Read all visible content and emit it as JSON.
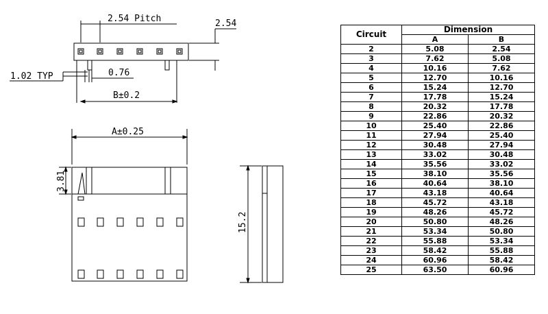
{
  "drawing": {
    "labels": {
      "pitch": "2.54 Pitch",
      "pitch_end": "2.54",
      "pin_width": "1.02 TYP",
      "pin_thickness": "0.76",
      "dim_b": "B±0.2",
      "dim_a": "A±0.25",
      "latch_height": "3.81",
      "body_height": "15.2"
    }
  },
  "table": {
    "header": {
      "circuit": "Circuit",
      "dimension": "Dimension",
      "col_a": "A",
      "col_b": "B"
    },
    "rows": [
      {
        "circuit": "2",
        "a": "5.08",
        "b": "2.54"
      },
      {
        "circuit": "3",
        "a": "7.62",
        "b": "5.08"
      },
      {
        "circuit": "4",
        "a": "10.16",
        "b": "7.62"
      },
      {
        "circuit": "5",
        "a": "12.70",
        "b": "10.16"
      },
      {
        "circuit": "6",
        "a": "15.24",
        "b": "12.70"
      },
      {
        "circuit": "7",
        "a": "17.78",
        "b": "15.24"
      },
      {
        "circuit": "8",
        "a": "20.32",
        "b": "17.78"
      },
      {
        "circuit": "9",
        "a": "22.86",
        "b": "20.32"
      },
      {
        "circuit": "10",
        "a": "25.40",
        "b": "22.86"
      },
      {
        "circuit": "11",
        "a": "27.94",
        "b": "25.40"
      },
      {
        "circuit": "12",
        "a": "30.48",
        "b": "27.94"
      },
      {
        "circuit": "13",
        "a": "33.02",
        "b": "30.48"
      },
      {
        "circuit": "14",
        "a": "35.56",
        "b": "33.02"
      },
      {
        "circuit": "15",
        "a": "38.10",
        "b": "35.56"
      },
      {
        "circuit": "16",
        "a": "40.64",
        "b": "38.10"
      },
      {
        "circuit": "17",
        "a": "43.18",
        "b": "40.64"
      },
      {
        "circuit": "18",
        "a": "45.72",
        "b": "43.18"
      },
      {
        "circuit": "19",
        "a": "48.26",
        "b": "45.72"
      },
      {
        "circuit": "20",
        "a": "50.80",
        "b": "48.26"
      },
      {
        "circuit": "21",
        "a": "53.34",
        "b": "50.80"
      },
      {
        "circuit": "22",
        "a": "55.88",
        "b": "53.34"
      },
      {
        "circuit": "23",
        "a": "58.42",
        "b": "55.88"
      },
      {
        "circuit": "24",
        "a": "60.96",
        "b": "58.42"
      },
      {
        "circuit": "25",
        "a": "63.50",
        "b": "60.96"
      }
    ]
  }
}
